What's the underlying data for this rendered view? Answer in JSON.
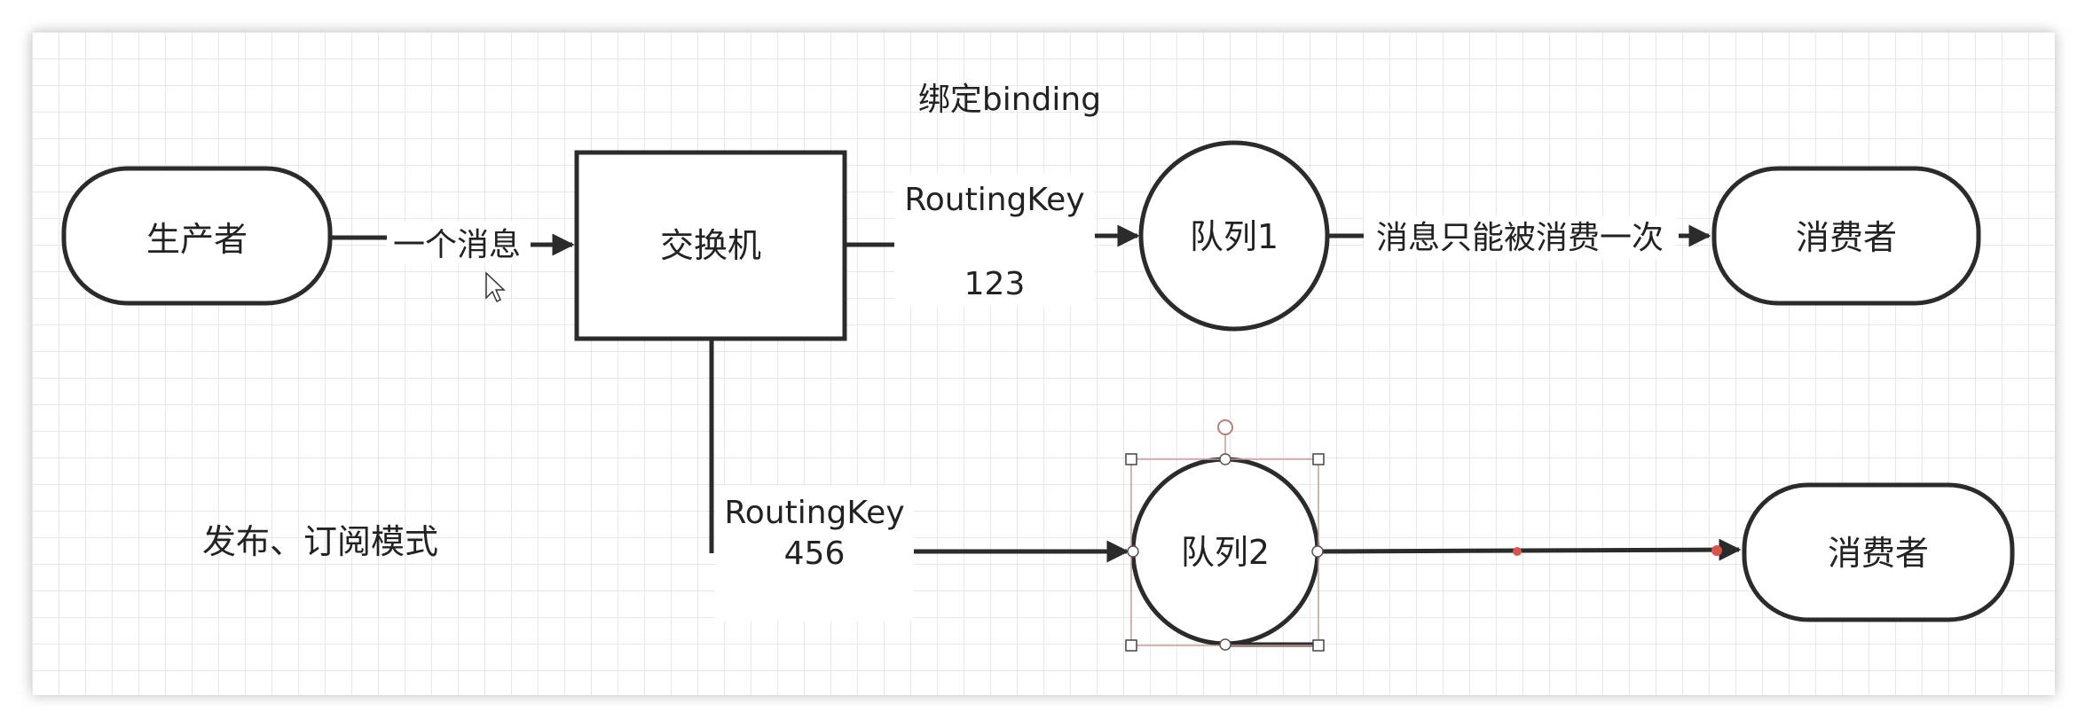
{
  "nodes": {
    "producer": "生产者",
    "exchange": "交换机",
    "queue1": "队列1",
    "queue2": "队列2",
    "consumer1": "消费者",
    "consumer2": "消费者"
  },
  "labels": {
    "binding": "绑定binding",
    "one_message": "一个消息",
    "routing_key_1": "RoutingKey",
    "routing_value_1": "123",
    "consume_once": "消息只能被消费一次",
    "routing_key_2": "RoutingKey",
    "routing_value_2": "456",
    "mode": "发布、订阅模式"
  },
  "colors": {
    "stroke": "#2b2b2b",
    "text": "#222222",
    "selection": "#c79b9b",
    "waypoint": "#d9534f",
    "grid": "#e8e8e8"
  },
  "icons": {
    "cursor": "mouse-pointer-icon"
  }
}
